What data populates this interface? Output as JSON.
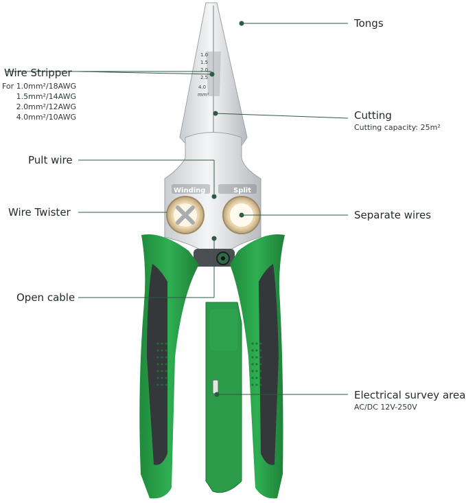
{
  "labels": {
    "tongs": "Tongs",
    "wire_stripper": "Wire Stripper",
    "stripper_specs": [
      "For 1.0mm²/18AWG",
      "1.5mm²/14AWG",
      "2.0mm²/12AWG",
      "4.0mm²/10AWG"
    ],
    "cutting": "Cutting",
    "cutting_capacity": "Cutting capacity: 25m²",
    "pult_wire": "Pult wire",
    "wire_twister": "Wire Twister",
    "separate_wires": "Separate wires",
    "open_cable": "Open cable",
    "survey_area": "Electrical survey area",
    "survey_range": "AC/DC 12V-250V"
  },
  "tool_markings": {
    "winding": "Winding",
    "split": "Split",
    "gauges": [
      "1.0",
      "1.5",
      "2.0",
      "2.5",
      "4.0"
    ],
    "unit": "mm²"
  },
  "colors": {
    "handle_green": "#279a46",
    "handle_dark": "#35393b",
    "steel": "#d9dcde",
    "leader": "#2f5a43",
    "screw_brass": "#e7d2a8"
  }
}
